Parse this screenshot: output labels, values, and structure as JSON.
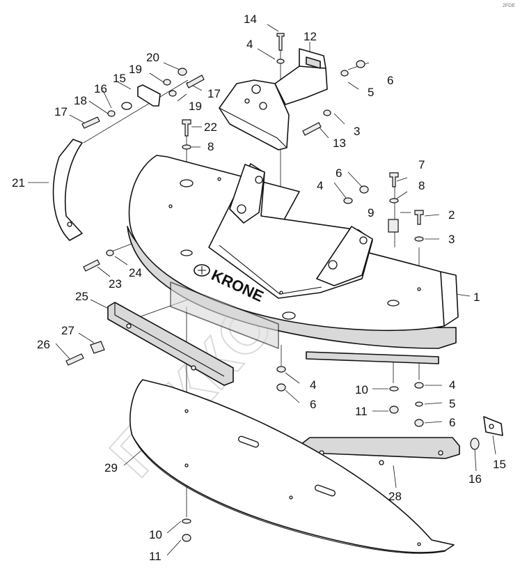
{
  "corner_mark": "2FDE",
  "brand_text": "KRONE",
  "watermark_text": "ГЕККОН",
  "callouts": [
    {
      "id": "1",
      "label": "1"
    },
    {
      "id": "2",
      "label": "2"
    },
    {
      "id": "3a",
      "label": "3"
    },
    {
      "id": "3b",
      "label": "3"
    },
    {
      "id": "4a",
      "label": "4"
    },
    {
      "id": "4b",
      "label": "4"
    },
    {
      "id": "4c",
      "label": "4"
    },
    {
      "id": "4d",
      "label": "4"
    },
    {
      "id": "5a",
      "label": "5"
    },
    {
      "id": "5b",
      "label": "5"
    },
    {
      "id": "6a",
      "label": "6"
    },
    {
      "id": "6b",
      "label": "6"
    },
    {
      "id": "6c",
      "label": "6"
    },
    {
      "id": "6d",
      "label": "6"
    },
    {
      "id": "7",
      "label": "7"
    },
    {
      "id": "8a",
      "label": "8"
    },
    {
      "id": "8b",
      "label": "8"
    },
    {
      "id": "9",
      "label": "9"
    },
    {
      "id": "10a",
      "label": "10"
    },
    {
      "id": "10b",
      "label": "10"
    },
    {
      "id": "11a",
      "label": "11"
    },
    {
      "id": "11b",
      "label": "11"
    },
    {
      "id": "12",
      "label": "12"
    },
    {
      "id": "13",
      "label": "13"
    },
    {
      "id": "14",
      "label": "14"
    },
    {
      "id": "15a",
      "label": "15"
    },
    {
      "id": "15b",
      "label": "15"
    },
    {
      "id": "16a",
      "label": "16"
    },
    {
      "id": "16b",
      "label": "16"
    },
    {
      "id": "17a",
      "label": "17"
    },
    {
      "id": "17b",
      "label": "17"
    },
    {
      "id": "18",
      "label": "18"
    },
    {
      "id": "19a",
      "label": "19"
    },
    {
      "id": "19b",
      "label": "19"
    },
    {
      "id": "20",
      "label": "20"
    },
    {
      "id": "21",
      "label": "21"
    },
    {
      "id": "22",
      "label": "22"
    },
    {
      "id": "23",
      "label": "23"
    },
    {
      "id": "24",
      "label": "24"
    },
    {
      "id": "25",
      "label": "25"
    },
    {
      "id": "26",
      "label": "26"
    },
    {
      "id": "27",
      "label": "27"
    },
    {
      "id": "28",
      "label": "28"
    },
    {
      "id": "29",
      "label": "29"
    }
  ]
}
